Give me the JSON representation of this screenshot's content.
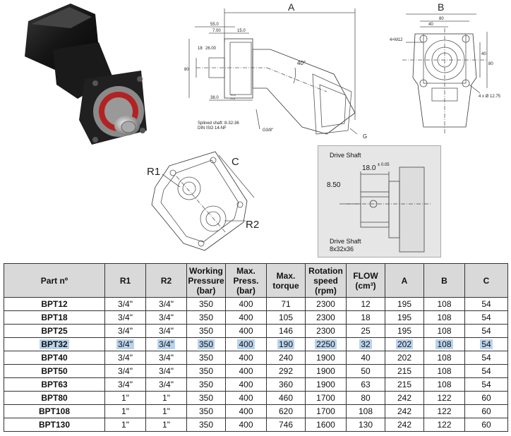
{
  "product_photo": {
    "alt": "Hydraulic bent axis pump"
  },
  "side_drawing": {
    "labels": {
      "A": "A",
      "d55": "55.0",
      "d7": "7.00",
      "d15": "15.0",
      "d18": "18",
      "d26": "26.00",
      "d80": "80",
      "d38": "38.0",
      "tol_a": "+0.2",
      "tol_b": "-0.4",
      "angle": "40°",
      "note1": "Splined shaft: 8-32-36",
      "note2": "DIN ISO 14-NF",
      "g38": "G3/8\"",
      "G": "G"
    }
  },
  "front_drawing": {
    "labels": {
      "B": "B",
      "d80": "80",
      "d40": "40",
      "thread": "4×M12",
      "v40": "40",
      "v80": "80",
      "holes": "4 x Ø 12.75"
    }
  },
  "port_drawing": {
    "labels": {
      "R1": "R1",
      "R2": "R2",
      "C": "C"
    }
  },
  "drive_shaft": {
    "title": "Drive Shaft",
    "dim1": "18.0",
    "dim1_tol": "± 0.05",
    "dim2": "8.50",
    "caption1": "Drive Shaft",
    "caption2": "8x32x36"
  },
  "table": {
    "headers": [
      "Part nº",
      "R1",
      "R2",
      "Working Pressure (bar)",
      "Max. Press. (bar)",
      "Max. torque",
      "Rotation speed (rpm)",
      "FLOW (cm³)",
      "A",
      "B",
      "C"
    ],
    "rows": [
      [
        "BPT12",
        "3/4\"",
        "3/4\"",
        "350",
        "400",
        "71",
        "2300",
        "12",
        "195",
        "108",
        "54"
      ],
      [
        "BPT18",
        "3/4\"",
        "3/4\"",
        "350",
        "400",
        "105",
        "2300",
        "18",
        "195",
        "108",
        "54"
      ],
      [
        "BPT25",
        "3/4\"",
        "3/4\"",
        "350",
        "400",
        "146",
        "2300",
        "25",
        "195",
        "108",
        "54"
      ],
      [
        "BPT32",
        "3/4\"",
        "3/4\"",
        "350",
        "400",
        "190",
        "2250",
        "32",
        "202",
        "108",
        "54"
      ],
      [
        "BPT40",
        "3/4\"",
        "3/4\"",
        "350",
        "400",
        "240",
        "1900",
        "40",
        "202",
        "108",
        "54"
      ],
      [
        "BPT50",
        "3/4\"",
        "3/4\"",
        "350",
        "400",
        "292",
        "1900",
        "50",
        "215",
        "108",
        "54"
      ],
      [
        "BPT63",
        "3/4\"",
        "3/4\"",
        "350",
        "400",
        "360",
        "1900",
        "63",
        "215",
        "108",
        "54"
      ],
      [
        "BPT80",
        "1\"",
        "1\"",
        "350",
        "400",
        "460",
        "1700",
        "80",
        "242",
        "122",
        "60"
      ],
      [
        "BPT108",
        "1\"",
        "1\"",
        "350",
        "400",
        "620",
        "1700",
        "108",
        "242",
        "122",
        "60"
      ],
      [
        "BPT130",
        "1\"",
        "1\"",
        "350",
        "400",
        "746",
        "1600",
        "130",
        "242",
        "122",
        "60"
      ]
    ],
    "selected_row": 3
  }
}
